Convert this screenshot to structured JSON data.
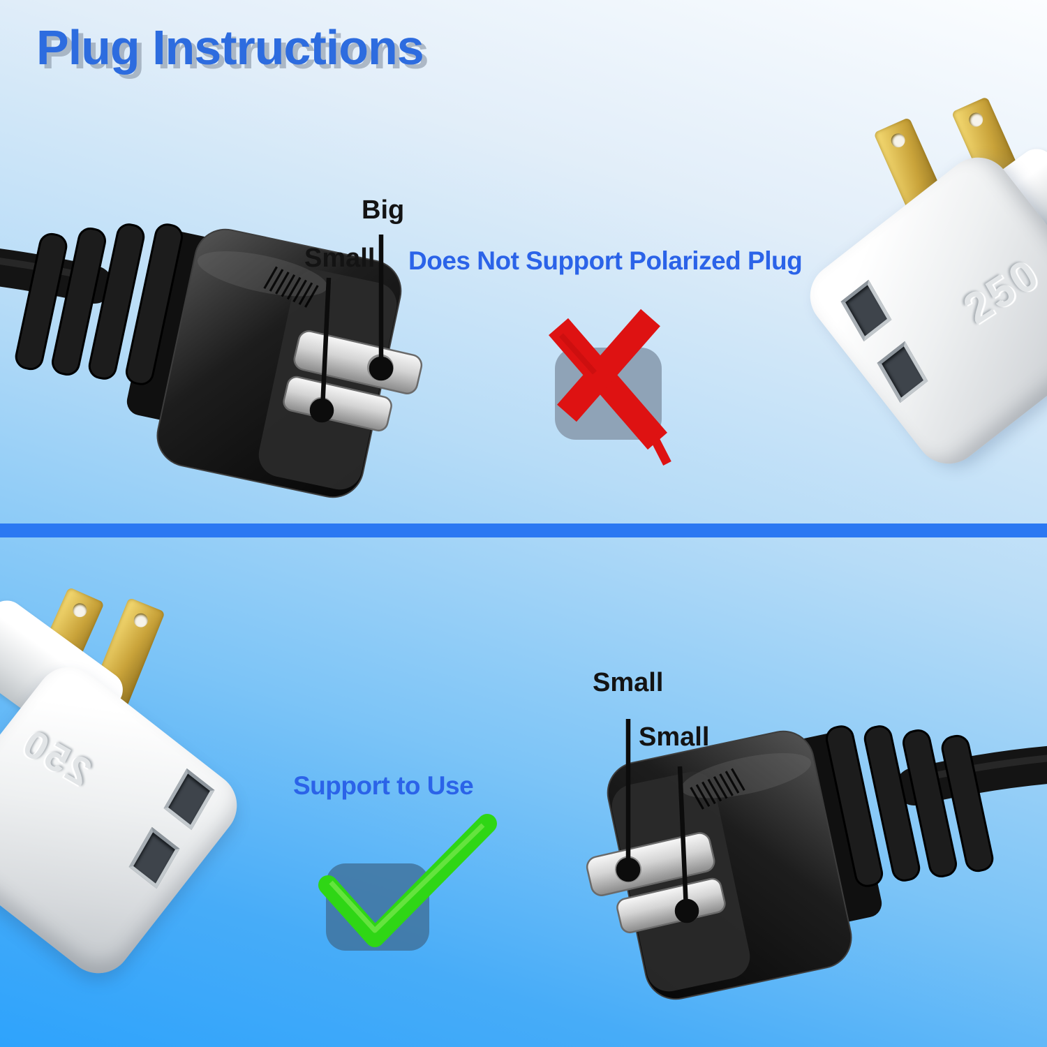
{
  "title": {
    "text": "Plug Instructions"
  },
  "top_section": {
    "plug_labels": {
      "big": "Big",
      "small": "Small"
    },
    "caption": "Does Not Support Polarized Plug",
    "status_icon": "x-mark-icon",
    "adapter": {
      "emboss": "250"
    }
  },
  "bottom_section": {
    "plug_labels": {
      "small_upper": "Small",
      "small_lower": "Small"
    },
    "caption": "Support to Use",
    "status_icon": "check-mark-icon",
    "adapter": {
      "emboss": "250"
    }
  },
  "colors": {
    "title_blue": "#2D6CDF",
    "caption_blue": "#2B63E8",
    "label_black": "#131313",
    "divider_blue": "#2B78F2",
    "x_red": "#DE1212",
    "check_green": "#2FD615",
    "x_box_gray_blue": "#8FA3B7",
    "check_box_blue": "#4E7EA8",
    "adapter_gold": "#C9A33A",
    "background_top": "#FBFDFF",
    "background_bottom": "#2EA3FC"
  }
}
